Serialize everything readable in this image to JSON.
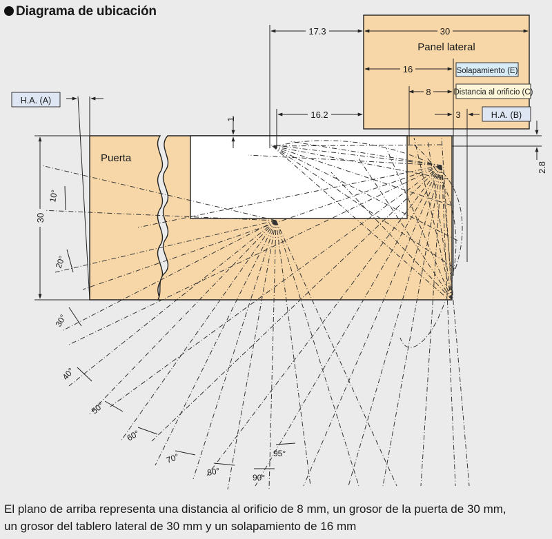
{
  "title": "Diagrama de ubicación",
  "labels": {
    "door": "Puerta",
    "side_panel": "Panel lateral",
    "ha_a": "H.A. (A)",
    "ha_b": "H.A. (B)",
    "overlay": "Solapamiento (E)",
    "hole_distance": "Distancia al orificio (C)"
  },
  "dimensions": {
    "d17_3": "17.3",
    "d30_top": "30",
    "d16": "16",
    "d8": "8",
    "d3": "3",
    "d16_2": "16.2",
    "d1": "1",
    "d2_8": "2.8",
    "d30_door": "30"
  },
  "angles": [
    "10°",
    "20°",
    "30°",
    "40°",
    "50°",
    "60°",
    "70°",
    "80°",
    "90°",
    "95°"
  ],
  "caption": {
    "line1": "El plano de arriba representa una distancia al orificio de 8 mm, un grosor de la puerta de 30 mm,",
    "line2": "un grosor del tablero lateral de 30 mm y un solapamiento de 16 mm"
  },
  "colors": {
    "wood": "#f7d7a8",
    "outline": "#222222",
    "background": "#ebebeb",
    "overlay_box": "#d8ecf8",
    "hole_box": "#fdf6d8",
    "ha_box": "#dde6f2"
  }
}
